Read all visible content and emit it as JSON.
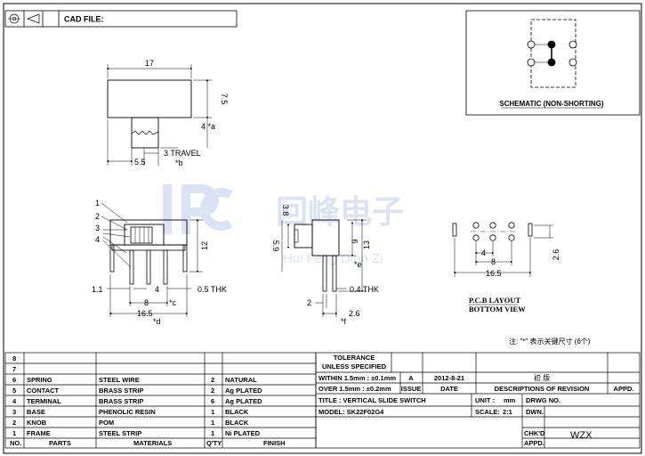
{
  "header": {
    "cad_file_label": "CAD FILE:"
  },
  "schematic": {
    "label": "SCHEMATIC (NON-SHORTING)"
  },
  "side_view": {
    "width": "17",
    "height": "7.5",
    "travel_height": "4 *a",
    "knob_offset": "5.5",
    "travel": "3 TRAVEL",
    "travel_ref": "*b"
  },
  "front_view": {
    "callouts": [
      "1",
      "2",
      "3",
      "4"
    ],
    "height": "12",
    "pin_left": "1.1",
    "pin_pitch": "4",
    "thk": "0.5 THK",
    "inner": "8",
    "inner_ref": "*c",
    "overall": "16.5",
    "overall_ref": "*d"
  },
  "end_view": {
    "knob": "3.8",
    "body": "5.9",
    "pin_len": "9",
    "pin_len_ref": "*e",
    "total": "13",
    "thk": "0.4 THK",
    "pin_w": "2",
    "pin_gap": "2.6",
    "pin_gap_ref": "*f"
  },
  "pcb": {
    "pitch": "4",
    "inner": "8",
    "overall": "16.5",
    "row": "2.6",
    "title": "P.C.B LAYOUT",
    "subtitle": "BOTTOM VIEW"
  },
  "note": "注: \"*\" 表示关键尺寸 (6个)",
  "watermark": {
    "cn": "回峰电子",
    "en": "Hui Feng Dian Zi"
  },
  "bom": {
    "headers": [
      "NO.",
      "PARTS",
      "MATERIALS",
      "Q'TY",
      "FINISH"
    ],
    "rows": [
      {
        "no": "8",
        "part": "",
        "material": "",
        "qty": "",
        "finish": ""
      },
      {
        "no": "7",
        "part": "",
        "material": "",
        "qty": "",
        "finish": ""
      },
      {
        "no": "6",
        "part": "SPRING",
        "material": "STEEL WIRE",
        "qty": "2",
        "finish": "NATURAL"
      },
      {
        "no": "5",
        "part": "CONTACT",
        "material": "BRASS STRIP",
        "qty": "2",
        "finish": "Ag PLATED"
      },
      {
        "no": "4",
        "part": "TERMINAL",
        "material": "BRASS STRIP",
        "qty": "6",
        "finish": "Ag PLATED"
      },
      {
        "no": "3",
        "part": "BASE",
        "material": "PHENOLIC RESIN",
        "qty": "1",
        "finish": "BLACK"
      },
      {
        "no": "2",
        "part": "KNOB",
        "material": "POM",
        "qty": "1",
        "finish": "BLACK"
      },
      {
        "no": "1",
        "part": "FRAME",
        "material": "STEEL STRIP",
        "qty": "1",
        "finish": "Ni PLATED"
      }
    ]
  },
  "title_block": {
    "tolerance": "TOLERANCE",
    "unless": "UNLESS SPECIFIED",
    "within": "WITHIN 1.5mm : ±0.1mm",
    "over": "OVER 1.5mm : ±0.2mm",
    "rev": "A",
    "issue_label": "ISSUE",
    "date": "2012-8-21",
    "date_label": "DATE",
    "description": "初    版",
    "desc_label": "DESCRIPTIONS OF REVISION",
    "appd_label": "APPD.",
    "title": "TITLE :  VERTICAL SLIDE SWITCH",
    "unit_label": "UNIT :",
    "unit": "mm",
    "drwg_no_label": "DRWG NO.",
    "model": "MODEL:   SK22F02G4",
    "scale_label": "SCALE:",
    "scale": "2:1",
    "dwn_label": "DWN.",
    "chkd_label": "CHK'D",
    "appd2_label": "APPD.",
    "checker": "WZX"
  }
}
